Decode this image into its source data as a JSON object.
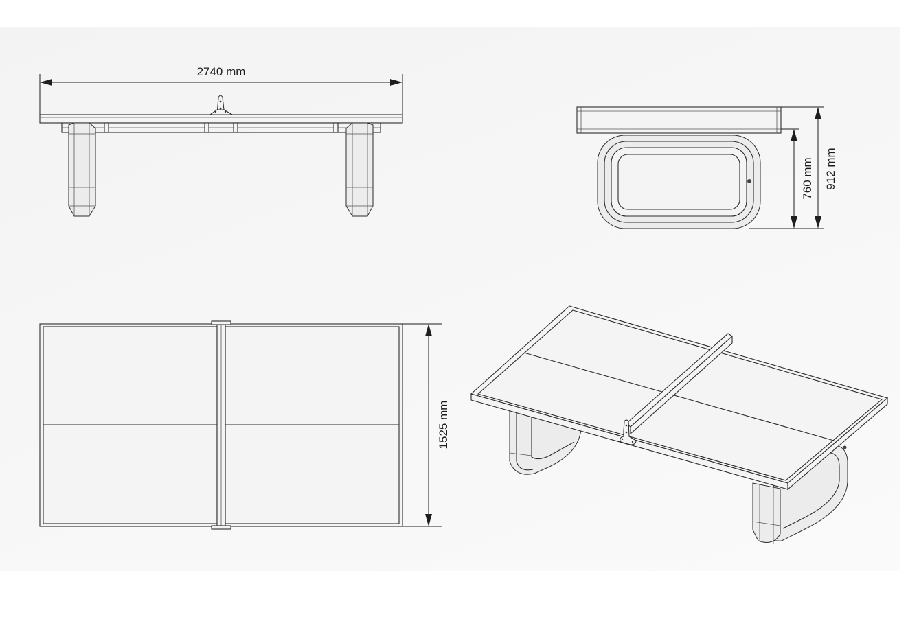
{
  "dimensions": {
    "length": "2740 mm",
    "width": "1525 mm",
    "table_height": "760 mm",
    "total_height": "912 mm"
  },
  "colors": {
    "background": "#ffffff",
    "panel": "#f4f4f4",
    "line": "#2b2b2b"
  }
}
